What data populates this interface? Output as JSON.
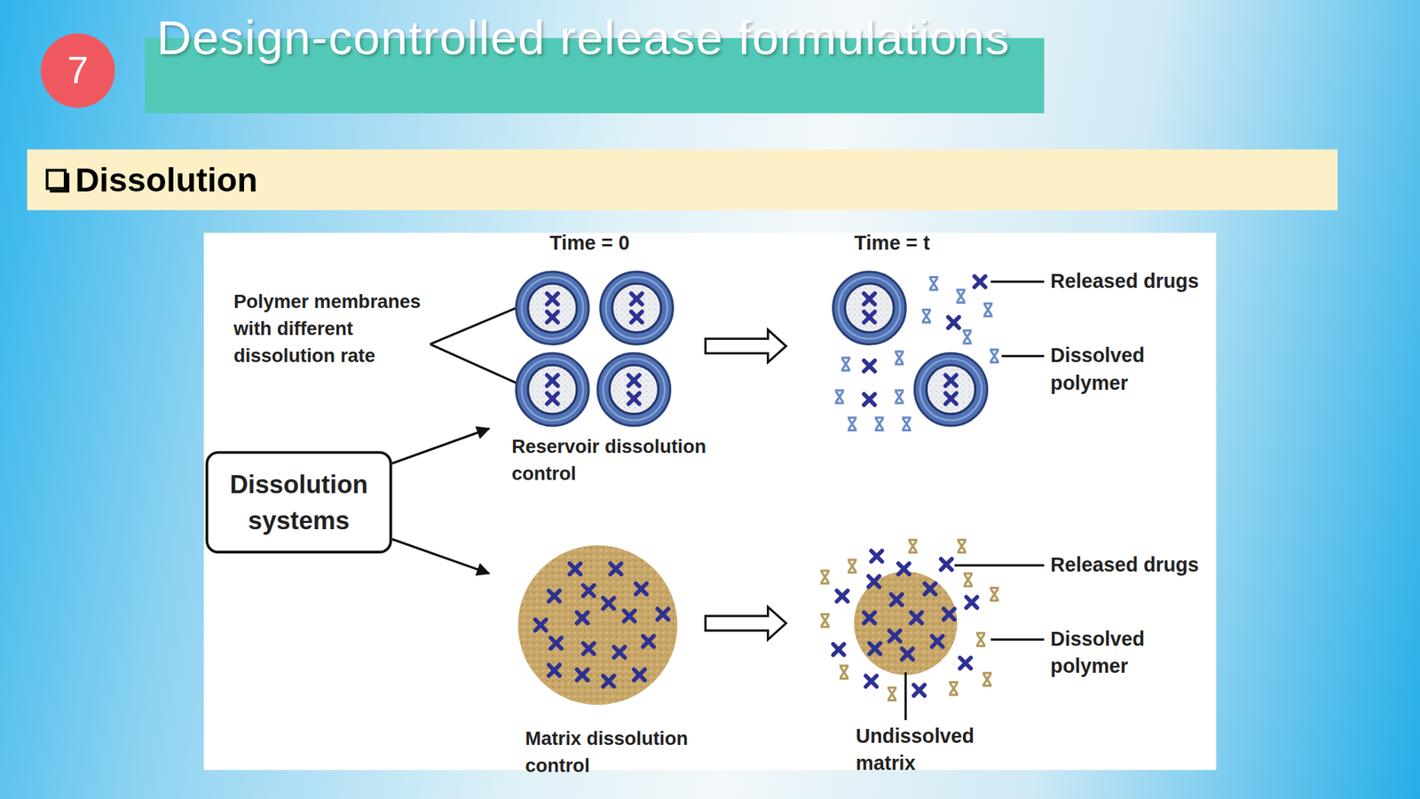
{
  "diagram": {
    "title": "Design-controlled release formulations",
    "nodes": [
      {
        "text": [
          "7"
        ]
      },
      {
        "text": [
          "Dissolution"
        ]
      },
      {
        "text": [
          "Dissolution systems"
        ]
      },
      {
        "text": [
          "Reservoir dissolution control"
        ]
      },
      {
        "text": [
          "Matrix dissolution control"
        ]
      }
    ],
    "edges": [
      {
        "from": 2,
        "to": 3,
        "arrow": "to"
      },
      {
        "from": 2,
        "to": 4,
        "arrow": "to"
      }
    ],
    "labels": [
      "Time = 0",
      "Time = t",
      "Polymer membranes with different dissolution rate",
      "Released drugs",
      "Dissolved polymer",
      "Released drugs",
      "Dissolved polymer",
      "Undissolved matrix"
    ]
  }
}
